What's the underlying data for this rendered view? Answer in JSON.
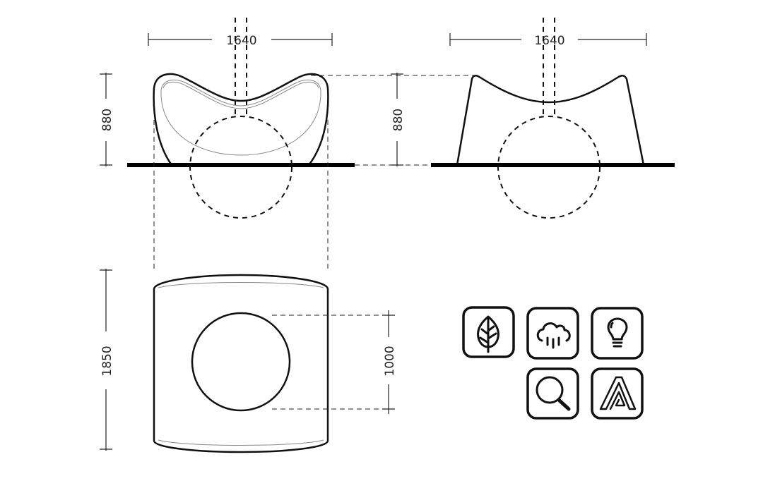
{
  "front_view": {
    "width_label": "1640",
    "height_label": "880"
  },
  "side_view": {
    "width_label": "1640",
    "height_label": "880"
  },
  "top_view": {
    "depth_label": "1850",
    "hole_label": "1000"
  },
  "icons": [
    "leaf-icon",
    "rain-cloud-icon",
    "lightbulb-icon",
    "magnifier-icon",
    "letter-a-logo-icon"
  ]
}
